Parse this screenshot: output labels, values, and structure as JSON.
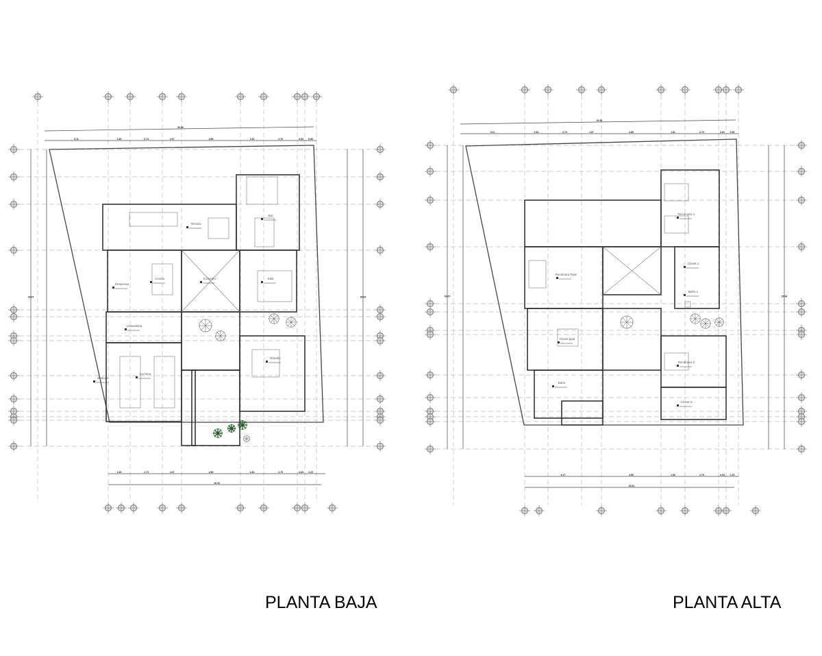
{
  "titles": {
    "ground_floor": "PLANTA BAJA",
    "upper_floor": "PLANTA ALTA"
  },
  "ground_floor": {
    "rooms": [
      "Terraza",
      "Bar",
      "Sala",
      "Comedor",
      "Cocina",
      "Despensa",
      "Lavandería",
      "Cochera",
      "Bodega",
      "Estudio"
    ],
    "top_dims": [
      "5.11",
      "1.80",
      "2.73",
      "1.67",
      "4.85",
      "1.81",
      "2.79",
      "0.63",
      "0.59"
    ],
    "top_total": "20.50",
    "bottom_dims": [
      "1.80",
      "2.73",
      "1.67",
      "4.85",
      "1.80",
      "2.79",
      "0.63",
      "2.29"
    ],
    "bottom_total": "16.33",
    "side_total_left": "24.07",
    "side_total_right": "25.04"
  },
  "upper_floor": {
    "rooms": [
      "Recámara Ppal",
      "Closet ppal",
      "Baño",
      "Recámara 1",
      "Closet 1",
      "Baño 1",
      "Recámara 2",
      "Closet 2"
    ],
    "top_dims": [
      "5.11",
      "1.80",
      "2.73",
      "1.67",
      "4.85",
      "1.81",
      "2.79",
      "0.63",
      "0.59"
    ],
    "top_total": "20.50",
    "bottom_dims": [
      "6.17",
      "4.85",
      "1.83",
      "2.79",
      "0.63",
      "2.29"
    ],
    "bottom_total": "18.61",
    "side_total_left": "24.07",
    "side_total_right": "25.04"
  },
  "colors": {
    "walls": "#333333",
    "grid": "#bbbbbb",
    "plants": "#1f5a1f"
  }
}
